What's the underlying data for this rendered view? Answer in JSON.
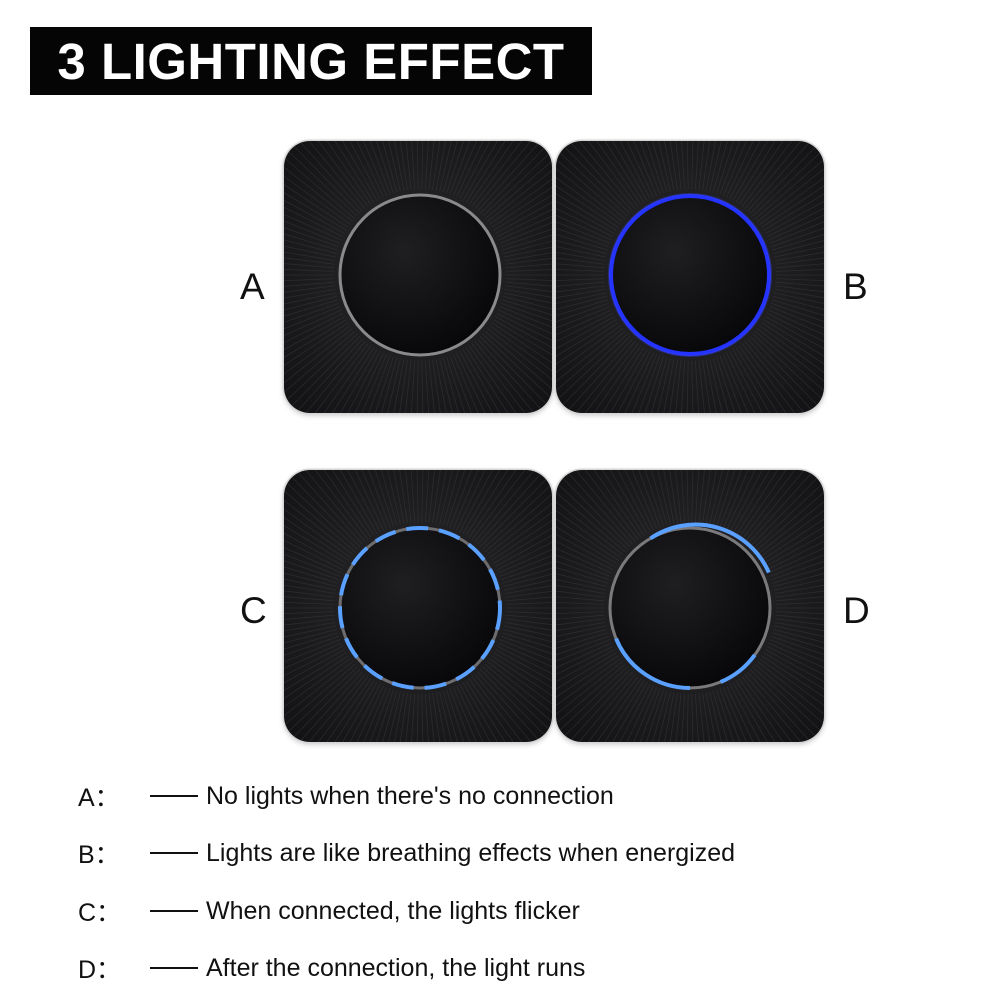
{
  "title": "3 LIGHTING EFFECT",
  "colors": {
    "title_bar": "#050505",
    "device_body": "#1d1d1f",
    "button_face": "#0b0b0d",
    "ring_off": "#8a8a8a",
    "ring_blue": "#2433ff",
    "ring_light_blue": "#5aa0ff"
  },
  "devices": [
    {
      "letter": "A",
      "state": "no-light"
    },
    {
      "letter": "B",
      "state": "solid-blue-ring"
    },
    {
      "letter": "C",
      "state": "dashed-blue-ring"
    },
    {
      "letter": "D",
      "state": "partial-blue-ring"
    }
  ],
  "legend": [
    {
      "key": "A：",
      "text": "No lights when there's no connection"
    },
    {
      "key": "B：",
      "text": "Lights are like breathing effects when energized"
    },
    {
      "key": "C：",
      "text": "When connected, the lights flicker"
    },
    {
      "key": "D：",
      "text": "After the connection, the light runs"
    }
  ]
}
